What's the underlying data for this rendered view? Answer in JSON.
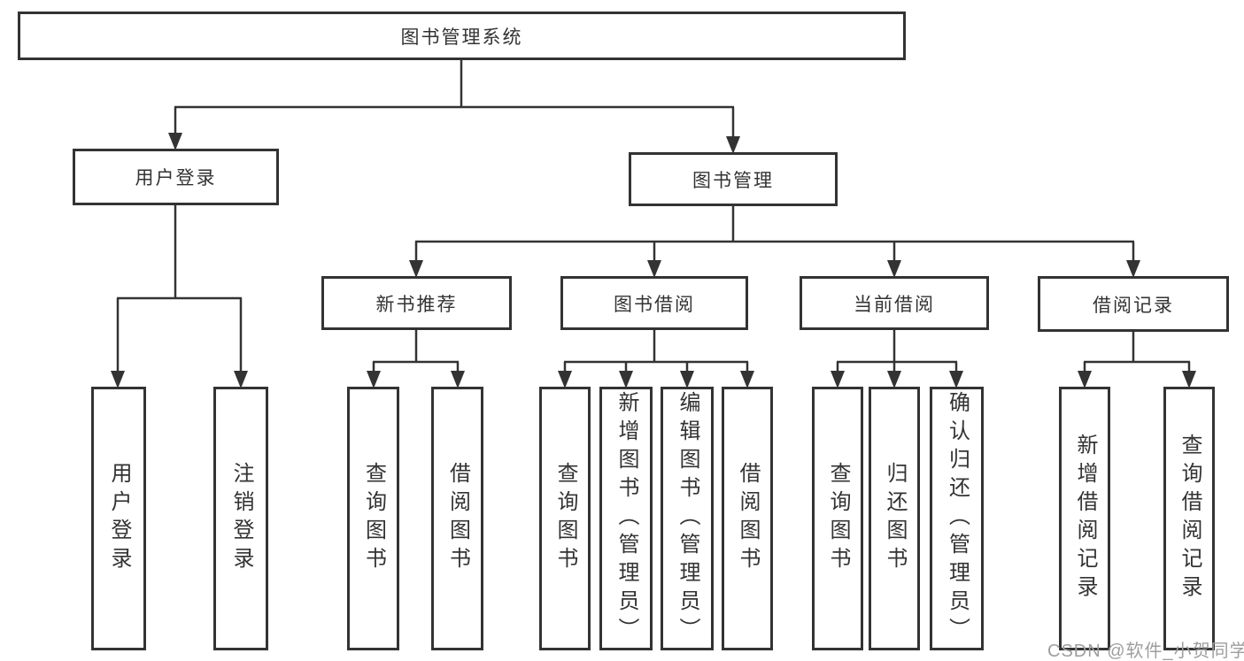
{
  "diagram": {
    "root": "图书管理系统",
    "level2": {
      "user_login": "用户登录",
      "book_management": "图书管理"
    },
    "level3": {
      "new_book_recommendation": "新书推荐",
      "book_borrowing": "图书借阅",
      "current_borrowing": "当前借阅",
      "borrowing_records": "借阅记录"
    },
    "leaves": {
      "user_login": "用户登录",
      "logout": "注销登录",
      "recommend_query_books": "查询图书",
      "recommend_borrow_books": "借阅图书",
      "borrow_query_books": "查询图书",
      "borrow_add_books_admin": "新增图书（管理员）",
      "borrow_edit_books_admin": "编辑图书（管理员）",
      "borrow_borrow_books": "借阅图书",
      "current_query_books": "查询图书",
      "current_return_books": "归还图书",
      "current_confirm_return_admin": "确认归还（管理员）",
      "records_add_borrow_record": "新增借阅记录",
      "records_query_borrow_record": "查询借阅记录"
    }
  },
  "watermark": {
    "text": "CSDN @软件_小贺同学"
  },
  "colors": {
    "line": "#333333",
    "text": "#333333",
    "background": "#ffffff",
    "watermark": "#9e9e9e"
  }
}
